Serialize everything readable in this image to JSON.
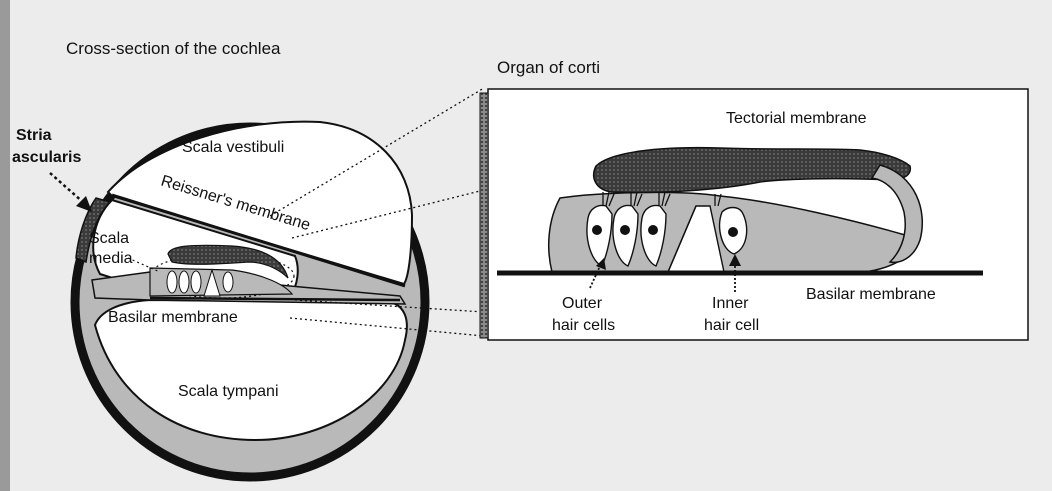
{
  "titles": {
    "cochlea": "Cross-section of the cochlea",
    "organ": "Organ of corti"
  },
  "cochlea_labels": {
    "stria_line1": "Stria",
    "stria_line2": "ascularis",
    "scala_vestibuli": "Scala vestibuli",
    "reissner": "Reissner's membrane",
    "scala_media_line1": "Scala",
    "scala_media_line2": "media",
    "basilar": "Basilar membrane",
    "scala_tympani": "Scala tympani"
  },
  "organ_labels": {
    "tectorial": "Tectorial membrane",
    "outer_line1": "Outer",
    "outer_line2": "hair cells",
    "inner_line1": "Inner",
    "inner_line2": "hair cell",
    "basilar": "Basilar membrane"
  },
  "colors": {
    "background": "#ececec",
    "outline": "#111111",
    "tissue_gray": "#b9b9b9",
    "tectorial_dark": "#4a4a4a",
    "cavity": "#ffffff"
  }
}
